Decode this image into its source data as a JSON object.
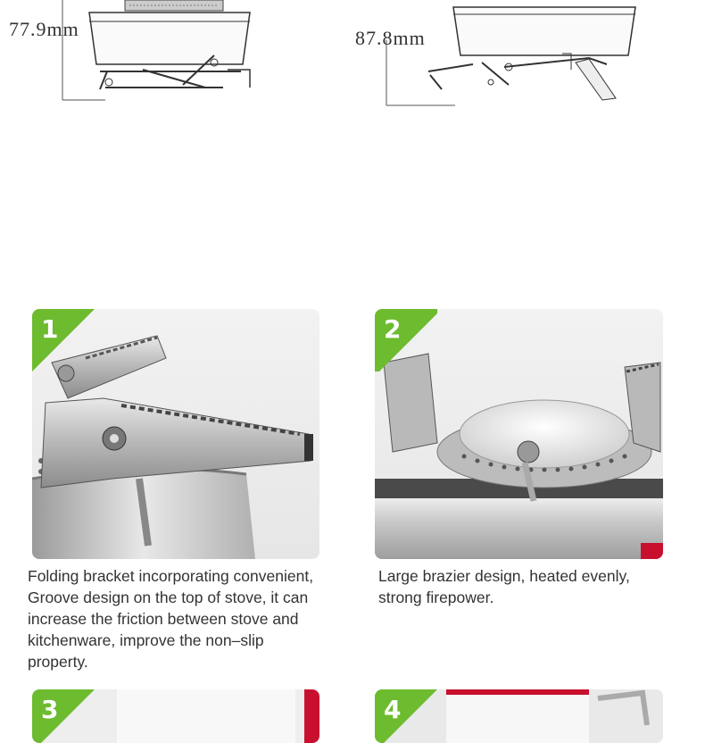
{
  "dimensions": {
    "left_height": "77.9mm",
    "right_height": "87.8mm"
  },
  "cards": [
    {
      "number": "1",
      "caption_lines": [
        "Folding bracket incorporating convenient,",
        "Groove design on the top of stove, it can",
        "increase the friction between stove and",
        "kitchenware, improve the non–slip",
        "property."
      ]
    },
    {
      "number": "2",
      "caption_lines": [
        "Large brazier design, heated evenly,",
        "strong firepower."
      ]
    },
    {
      "number": "3"
    },
    {
      "number": "4"
    }
  ],
  "colors": {
    "badge_green": "#6dbb2e",
    "accent_red": "#c8102e"
  }
}
